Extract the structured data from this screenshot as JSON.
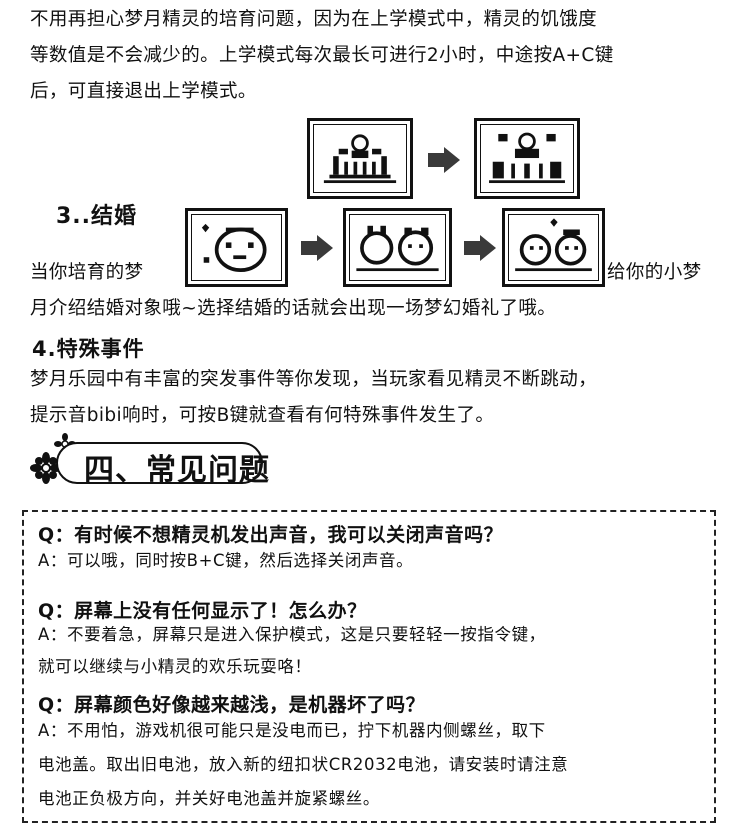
{
  "intro": {
    "line1": "不用再担心梦月精灵的培育问题，因为在上学模式中，精灵的饥饿度",
    "line2": "等数值是不会减少的。上学模式每次最长可进行2小时，中途按A+C键",
    "line3": "后，可直接退出上学模式。"
  },
  "marriage": {
    "title": "3..结婚",
    "line1_left": "当你培育的梦",
    "line1_right": "给你的小梦",
    "line2": "月介绍结婚对象哦~选择结婚的话就会出现一场梦幻婚礼了哦。"
  },
  "special": {
    "title": "4.特殊事件",
    "line1": "梦月乐园中有丰富的突发事件等你发现，当玩家看见精灵不断跳动，",
    "line2": "提示音bibi响时，可按B键就查看有何特殊事件发生了。"
  },
  "faq_heading": "四、常见问题",
  "faq": [
    {
      "q": "Q：有时候不想精灵机发出声音，我可以关闭声音吗？",
      "a": [
        "A：可以哦，同时按B+C键，然后选择关闭声音。"
      ]
    },
    {
      "q": "Q：屏幕上没有任何显示了！怎么办？",
      "a": [
        "A：不要着急，屏幕只是进入保护模式，这是只要轻轻一按指令键，",
        "就可以继续与小精灵的欢乐玩耍咯！"
      ]
    },
    {
      "q": "Q：屏幕颜色好像越来越浅，是机器坏了吗？",
      "a": [
        "A：不用怕，游戏机很可能只是没电而已，拧下机器内侧螺丝，取下",
        "电池盖。取出旧电池，放入新的纽扣状CR2032电池，请安装时请注意",
        "电池正负极方向，并关好电池盖并旋紧螺丝。"
      ]
    }
  ],
  "colors": {
    "ink": "#111111",
    "arrow": "#3a3a3a",
    "background": "#ffffff"
  }
}
